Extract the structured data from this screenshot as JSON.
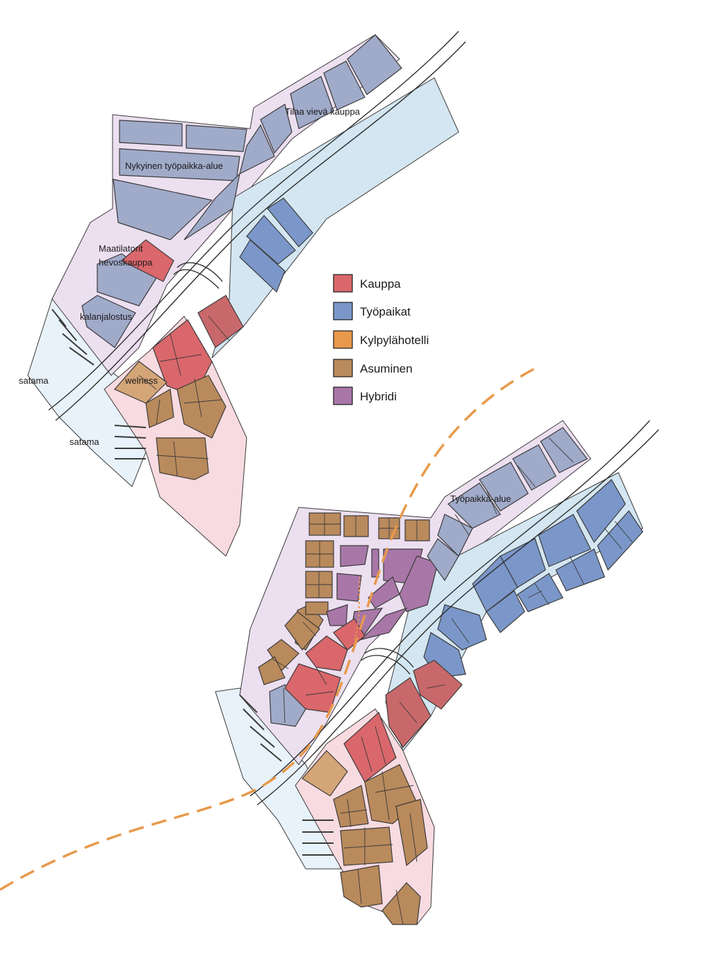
{
  "colors": {
    "kauppa": "#d9676b",
    "tyopaikat": "#7b97c9",
    "kylpylahotelli": "#e8994b",
    "asuminen": "#b98a5c",
    "hybridi": "#a877a8",
    "tyopaikat_existing": "#a0aac9",
    "area_pink": "#f7dbe0",
    "area_lilac": "#ecdff0",
    "area_blue": "#d3e6f1",
    "water": "#e8f2fa",
    "dash": "#e8994b"
  },
  "legend": [
    {
      "label": "Kauppa",
      "color_key": "kauppa"
    },
    {
      "label": "Työpaikat",
      "color_key": "tyopaikat"
    },
    {
      "label": "Kylpylähotelli",
      "color_key": "kylpylahotelli"
    },
    {
      "label": "Asuminen",
      "color_key": "asuminen"
    },
    {
      "label": "Hybridi",
      "color_key": "hybridi"
    }
  ],
  "map_existing": {
    "labels": {
      "tilaa": "Tilaa vievä kauppa",
      "nykyinen": "Nykyinen työpaikka-alue",
      "maatilatorit": "Maatilatorit",
      "hevoskauppa": "hevoskauppa",
      "kalanjalostus": "kalanjalostus",
      "satama1": "satama",
      "welness": "welness",
      "satama2": "satama"
    }
  },
  "map_plan": {
    "labels": {
      "tyopaikka_alue": "Työpaikka-alue"
    }
  }
}
